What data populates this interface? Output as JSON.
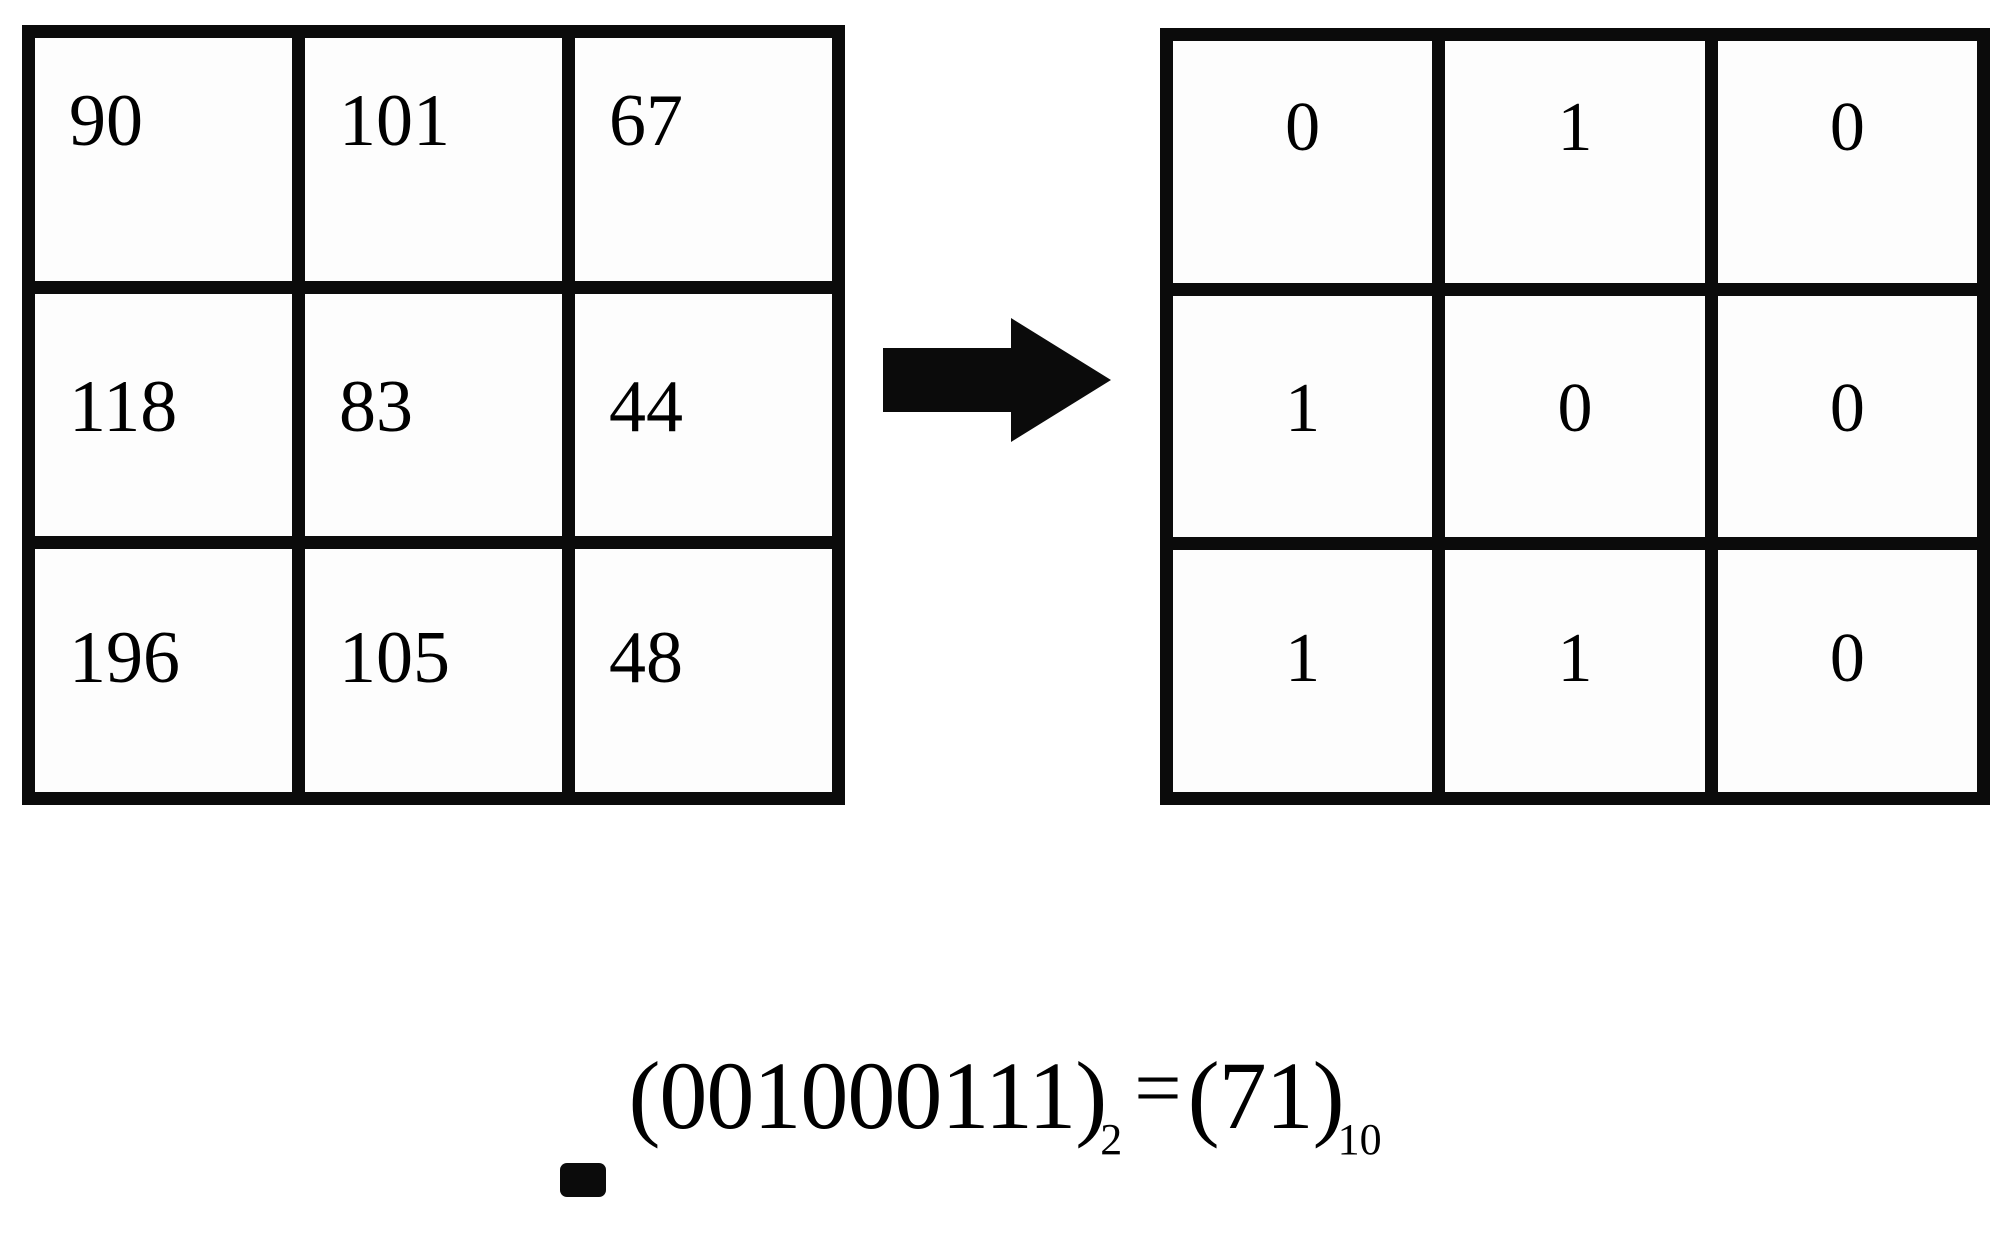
{
  "figure": {
    "background_color": "#ffffff",
    "ink_color": "#0b0b0b",
    "cell_color": "#fdfdfd"
  },
  "left_grid": {
    "title": "intensity-grid",
    "rows": [
      [
        "90",
        "101",
        "67"
      ],
      [
        "118",
        "83",
        "44"
      ],
      [
        "196",
        "105",
        "48"
      ]
    ]
  },
  "arrow": {
    "icon": "right-arrow-icon",
    "direction": "right"
  },
  "right_grid": {
    "title": "binary-grid",
    "rows": [
      [
        "0",
        "1",
        "0"
      ],
      [
        "1",
        "0",
        "0"
      ],
      [
        "1",
        "1",
        "0"
      ]
    ]
  },
  "formula": {
    "open_binary": "(",
    "binary_digits": "001000111",
    "close_binary": ")",
    "binary_base": "2",
    "equals": "=",
    "open_decimal": "(",
    "decimal_value": "71",
    "close_decimal": ")",
    "decimal_base": "10"
  }
}
